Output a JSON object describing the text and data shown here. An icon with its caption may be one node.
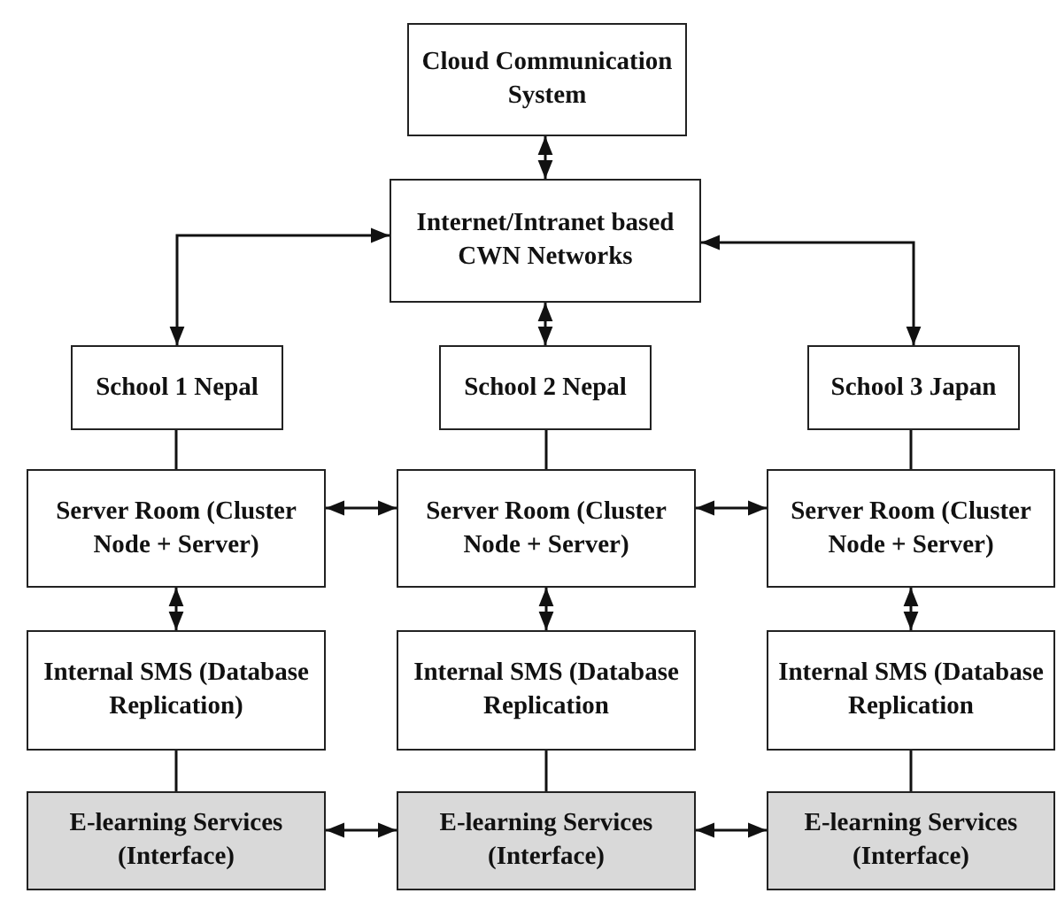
{
  "diagram": {
    "nodes": [
      {
        "text": [
          "Cloud Communication System"
        ]
      },
      {
        "text": [
          "Internet/Intranet based CWN Networks"
        ]
      },
      {
        "text": [
          "School 1 Nepal"
        ]
      },
      {
        "text": [
          "School 2 Nepal"
        ]
      },
      {
        "text": [
          "School 3 Japan"
        ]
      },
      {
        "text": [
          "Server Room (Cluster Node + Server)"
        ]
      },
      {
        "text": [
          "Server Room (Cluster Node + Server)"
        ]
      },
      {
        "text": [
          "Server Room (Cluster Node + Server)"
        ]
      },
      {
        "text": [
          "Internal SMS (Database Replication)"
        ]
      },
      {
        "text": [
          "Internal SMS (Database Replication"
        ]
      },
      {
        "text": [
          "Internal SMS (Database Replication"
        ]
      },
      {
        "text": [
          "E-learning Services (Interface)"
        ]
      },
      {
        "text": [
          "E-learning Services (Interface)"
        ]
      },
      {
        "text": [
          "E-learning Services (Interface)"
        ]
      }
    ],
    "edges": [
      {
        "from": 0,
        "to": 1,
        "arrow": "both"
      },
      {
        "from": 1,
        "to": 2,
        "arrow": "both"
      },
      {
        "from": 1,
        "to": 3,
        "arrow": "both"
      },
      {
        "from": 1,
        "to": 4,
        "arrow": "both"
      },
      {
        "from": 2,
        "to": 5,
        "arrow": "none"
      },
      {
        "from": 3,
        "to": 6,
        "arrow": "none"
      },
      {
        "from": 4,
        "to": 7,
        "arrow": "none"
      },
      {
        "from": 5,
        "to": 6,
        "arrow": "both"
      },
      {
        "from": 6,
        "to": 7,
        "arrow": "both"
      },
      {
        "from": 5,
        "to": 8,
        "arrow": "both"
      },
      {
        "from": 6,
        "to": 9,
        "arrow": "both"
      },
      {
        "from": 7,
        "to": 10,
        "arrow": "both"
      },
      {
        "from": 8,
        "to": 11,
        "arrow": "none"
      },
      {
        "from": 9,
        "to": 12,
        "arrow": "none"
      },
      {
        "from": 10,
        "to": 13,
        "arrow": "none"
      },
      {
        "from": 11,
        "to": 12,
        "arrow": "both"
      },
      {
        "from": 12,
        "to": 13,
        "arrow": "both"
      }
    ]
  }
}
